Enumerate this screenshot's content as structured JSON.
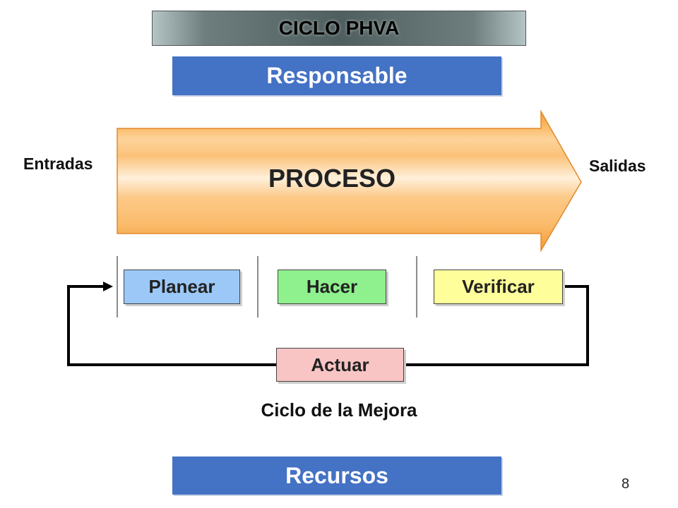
{
  "title": "CICLO PHVA",
  "top_bar": "Responsable",
  "bottom_bar": "Recursos",
  "inputs_label": "Entradas",
  "outputs_label": "Salidas",
  "process_label": "PROCESO",
  "steps": {
    "plan": "Planear",
    "do": "Hacer",
    "check": "Verificar",
    "act": "Actuar"
  },
  "cycle_label": "Ciclo de la Mejora",
  "page_number": "8",
  "colors": {
    "bar_blue": "#4472c4",
    "arrow_orange": "#f9b256",
    "plan": "#9cc8f8",
    "do": "#8ff08e",
    "check": "#fefe9a",
    "act": "#f9c4c4"
  }
}
